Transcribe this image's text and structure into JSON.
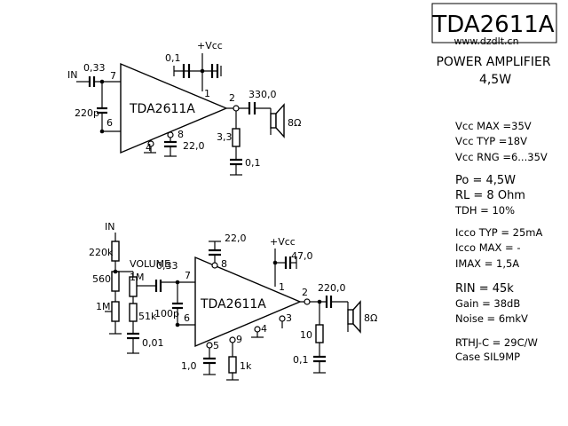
{
  "header": {
    "part": "TDA2611A",
    "website": "www.dzdlt.cn",
    "description": "POWER AMPLIFIER",
    "power": "4,5W"
  },
  "specs": {
    "vcc_max": "Vcc MAX =35V",
    "vcc_typ": "Vcc TYP =18V",
    "vcc_rng": "Vcc RNG =6...35V",
    "po": "Po = 4,5W",
    "rl": "RL = 8 Ohm",
    "tdh": "TDH = 10%",
    "icco_typ": "Icco TYP = 25mA",
    "icco_max": "Icco MAX = -",
    "imax": "IMAX = 1,5A",
    "rin": "RIN = 45k",
    "gain": "Gain = 38dB",
    "noise": "Noise = 6mkV",
    "rthj": "RTHJ-C = 29C/W",
    "case": "Case SIL9MP"
  },
  "circuit1": {
    "chip": "TDA2611A",
    "input": "IN",
    "vcc": "+Vcc",
    "c_in": "0,33",
    "c_in_pin": "7",
    "c_220p": "220p",
    "pin6": "6",
    "c_supply": "0,1",
    "pin1": "1",
    "pin2": "2",
    "c_out": "330,0",
    "speaker": "8Ω",
    "pin4": "4",
    "pin8": "8",
    "c_220": "22,0",
    "r_33": "3,3",
    "c_01": "0,1"
  },
  "circuit2": {
    "chip": "TDA2611A",
    "input": "IN",
    "vcc": "+Vcc",
    "r220k": "220k",
    "r560": "560",
    "p1m_volume": "1M",
    "volume": "VOLUME",
    "c_in": "0,33",
    "p1m": "1M",
    "r51k": "51k",
    "c001": "0,01",
    "c100p": "100p",
    "pin7": "7",
    "pin6": "6",
    "c_22": "22,0",
    "pin8": "8",
    "c_47": "47,0",
    "pin1": "1",
    "pin2": "2",
    "c_out": "220,0",
    "speaker": "8Ω",
    "r10": "10",
    "c01": "0,1",
    "pin3": "3",
    "pin4": "4",
    "pin9": "9",
    "pin5": "5",
    "c_10": "1,0",
    "r1k": "1k"
  }
}
